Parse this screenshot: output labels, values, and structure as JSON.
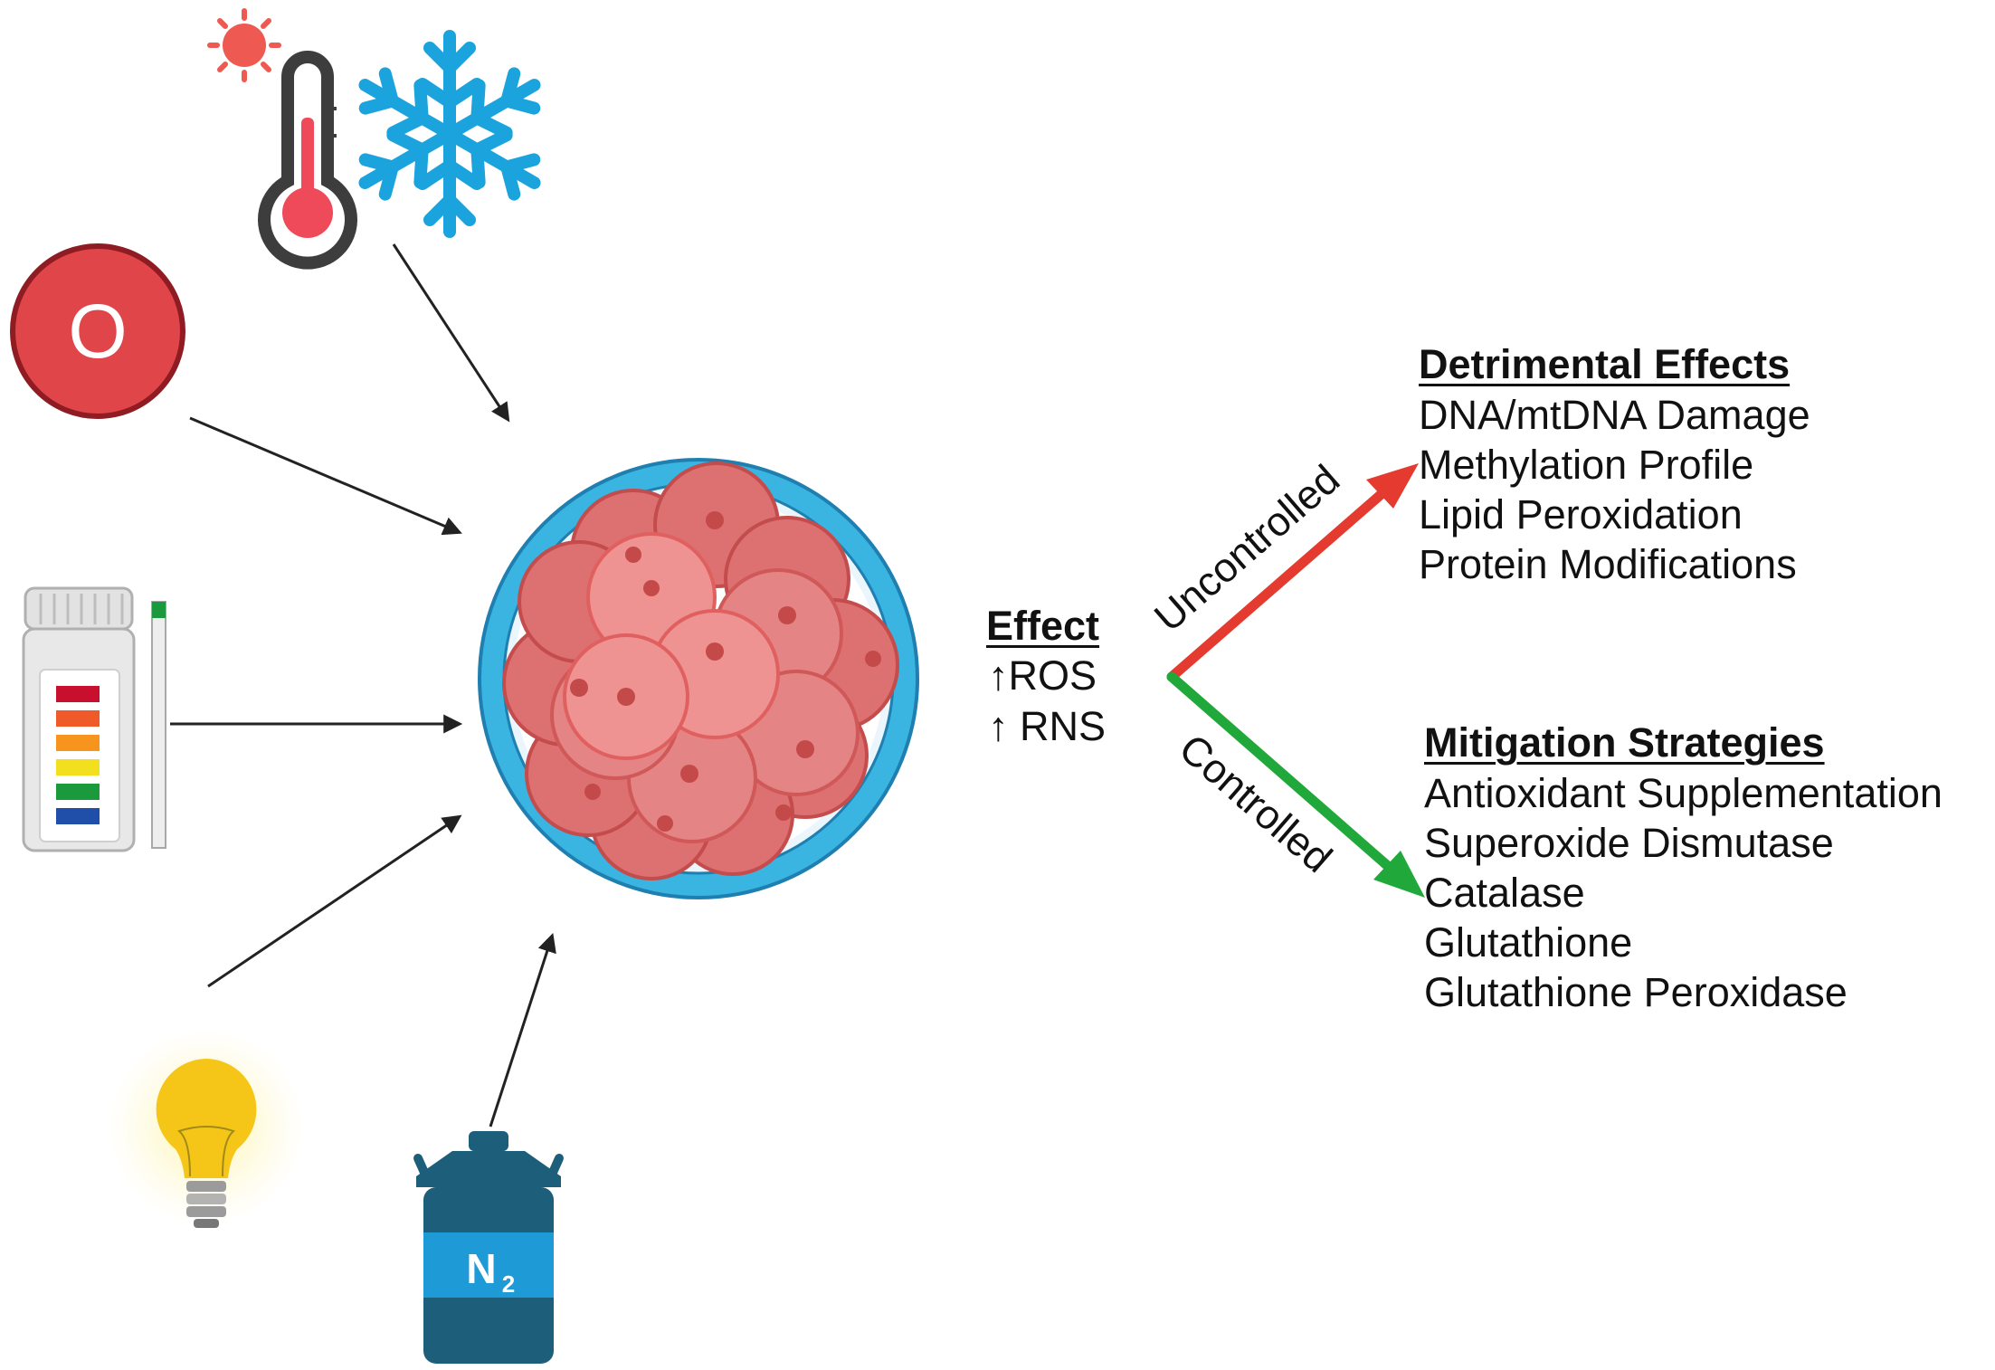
{
  "oxygen_symbol": "O",
  "nitrogen_label": {
    "symbol": "N",
    "subscript": "2"
  },
  "effect": {
    "heading": "Effect",
    "lines": [
      "↑ROS",
      "↑ RNS"
    ]
  },
  "branches": {
    "uncontrolled": "Uncontrolled",
    "controlled": "Controlled"
  },
  "detrimental": {
    "heading": "Detrimental Effects",
    "items": [
      "DNA/mtDNA Damage",
      "Methylation Profile",
      "Lipid Peroxidation",
      "Protein Modifications"
    ]
  },
  "mitigation": {
    "heading": "Mitigation Strategies",
    "items": [
      "Antioxidant Supplementation",
      "Superoxide Dismutase",
      "Catalase",
      "Glutathione",
      "Glutathione Peroxidase"
    ]
  },
  "colors": {
    "uncontrolled_arrow": "#e53a2f",
    "controlled_arrow": "#21a83a",
    "embryo_ring": "#3ab4e0",
    "oxygen_badge": "#e0454a",
    "flask": "#1d5f7a",
    "bulb": "#f5c518"
  },
  "icons": [
    "sun-icon",
    "thermometer-icon",
    "snowflake-icon",
    "oxygen-icon",
    "ph-strip-icon",
    "light-bulb-icon",
    "nitrogen-dewar-icon",
    "embryo-icon"
  ]
}
